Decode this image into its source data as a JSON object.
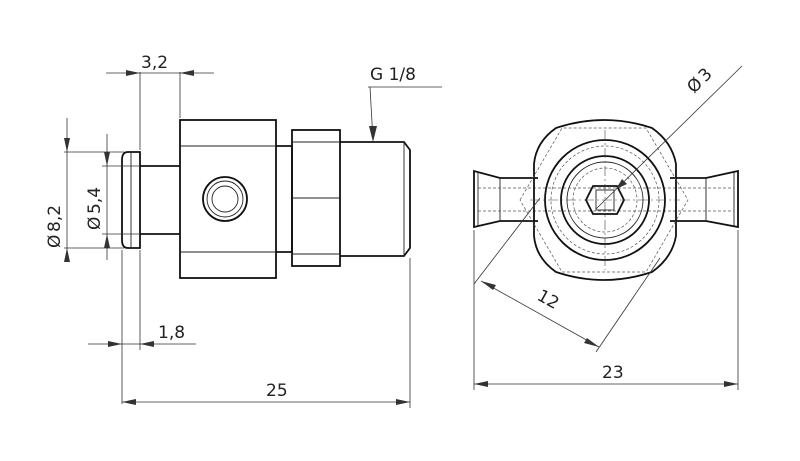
{
  "dimensions": {
    "d_3_2": "3,2",
    "d_g18": "G 1/8",
    "d_8_2": "8,2",
    "d_5_4": "5,4",
    "d_1_8": "1,8",
    "d_25": "25",
    "d_3": "3",
    "d_12": "12",
    "d_23": "23"
  },
  "symbols": {
    "diameter": "Ø"
  }
}
